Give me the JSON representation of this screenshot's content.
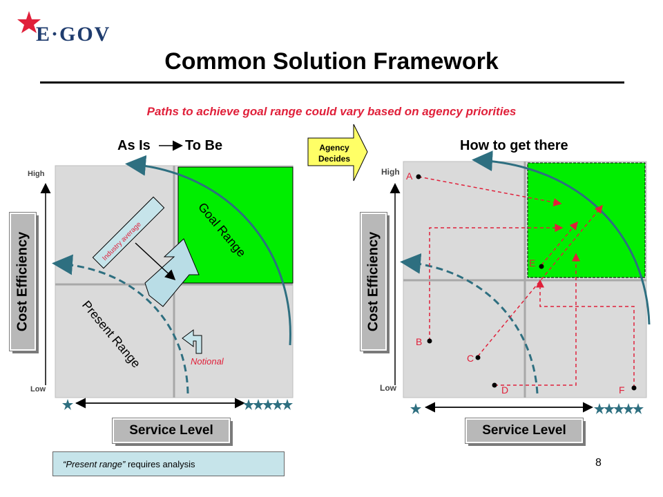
{
  "header": {
    "logo_text": "E·GOV",
    "title": "Common Solution Framework",
    "subtitle": "Paths to achieve goal range could vary based on agency priorities"
  },
  "left_panel": {
    "title_as_is": "As Is",
    "title_to_be": "To Be",
    "y_axis_label": "Cost Efficiency",
    "x_axis_label": "Service Level",
    "high_label": "High",
    "low_label": "Low",
    "goal_range_label": "Goal Range",
    "present_range_label": "Present Range",
    "industry_average_label": "Industry average",
    "notional_label": "Notional"
  },
  "right_panel": {
    "title": "How to get there",
    "y_axis_label": "Cost Efficiency",
    "x_axis_label": "Service Level",
    "high_label": "High",
    "low_label": "Low",
    "points": [
      "A",
      "B",
      "C",
      "D",
      "E",
      "F"
    ]
  },
  "agency_callout": {
    "line1": "Agency",
    "line2": "Decides"
  },
  "footer": {
    "note_emphasis": "“Present range”",
    "note_rest": " requires analysis",
    "page_number": "8"
  },
  "colors": {
    "goal_green": "#00ee00",
    "red": "#e0203a",
    "navy": "#1f3c6e",
    "teal_arc": "#2e6f80",
    "callout_yellow": "#ffff66",
    "note_bg": "#c6e4ea"
  }
}
